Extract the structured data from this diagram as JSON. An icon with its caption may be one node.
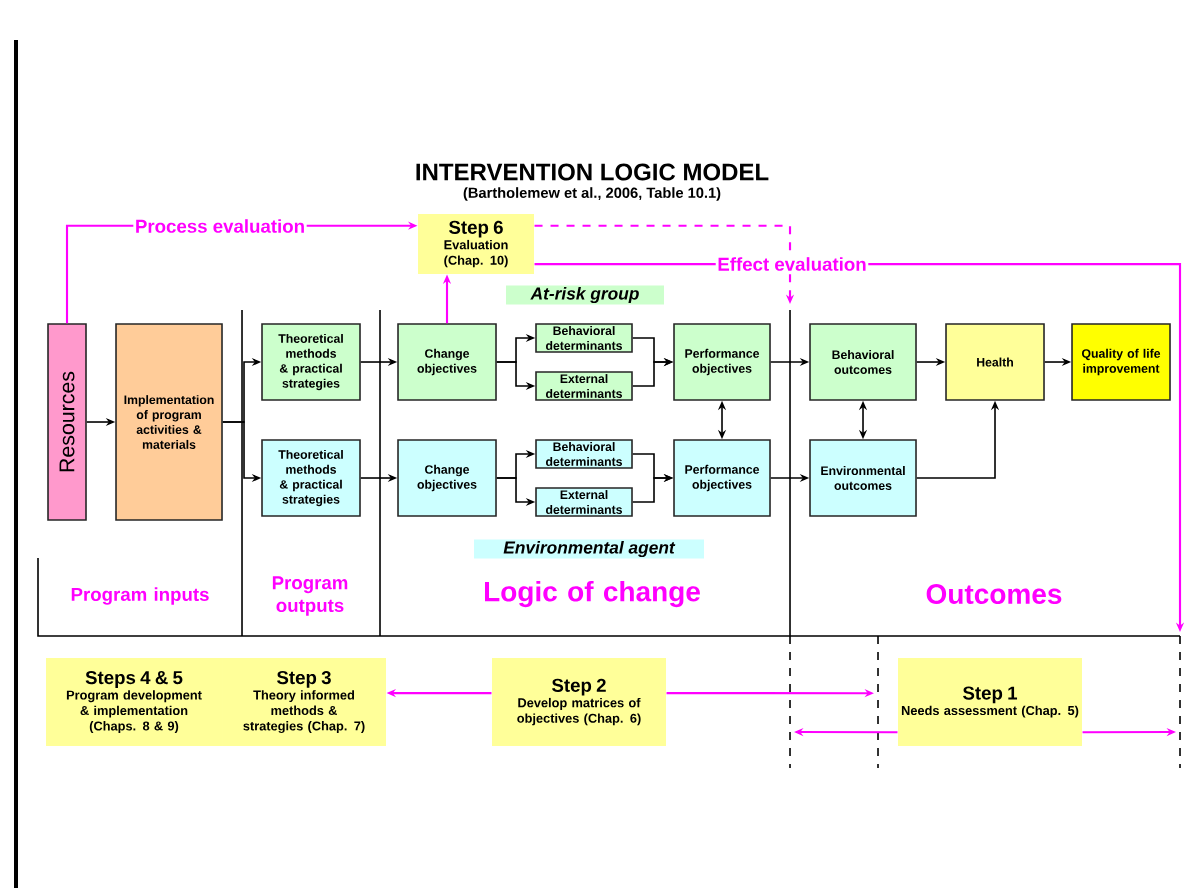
{
  "diagram": {
    "title": "INTERVENTION LOGIC MODEL",
    "caption": "(Bartholemew et al., 2006, Table 10.1)",
    "nodes": [
      {
        "text": [
          "Step 6",
          "Evaluation (Chap. 10)"
        ]
      },
      {
        "text": [
          "At-risk group"
        ]
      },
      {
        "text": [
          "Resources"
        ]
      },
      {
        "text": [
          "Implementation of program activities & materials"
        ]
      },
      {
        "text": [
          "Theoretical methods & practical strategies"
        ]
      },
      {
        "text": [
          "Change objectives"
        ]
      },
      {
        "text": [
          "Behavioral determinants"
        ]
      },
      {
        "text": [
          "External determinants"
        ]
      },
      {
        "text": [
          "Performance objectives"
        ]
      },
      {
        "text": [
          "Behavioral outcomes"
        ]
      },
      {
        "text": [
          "Health"
        ]
      },
      {
        "text": [
          "Quality of life improvement"
        ]
      },
      {
        "text": [
          "Theoretical methods & practical strategies"
        ]
      },
      {
        "text": [
          "Change objectives"
        ]
      },
      {
        "text": [
          "Behavioral determinants"
        ]
      },
      {
        "text": [
          "External determinants"
        ]
      },
      {
        "text": [
          "Performance objectives"
        ]
      },
      {
        "text": [
          "Environmental outcomes"
        ]
      },
      {
        "text": [
          "Environmental agent"
        ]
      },
      {
        "text": [
          "Steps 4 & 5",
          "Program development & implementation (Chaps. 8 & 9)"
        ]
      },
      {
        "text": [
          "Step 3",
          "Theory informed methods & strategies (Chap. 7)"
        ]
      },
      {
        "text": [
          "Step 2",
          "Develop matrices of objectives (Chap. 6)"
        ]
      },
      {
        "text": [
          "Step 1",
          "Needs assessment (Chap. 5)"
        ]
      }
    ],
    "edges": [
      {
        "from": 2,
        "to": 0,
        "arrow": "to",
        "label": "Process evaluation",
        "color": "#ff00ff"
      },
      {
        "from": 0,
        "to": null,
        "arrow": "to",
        "style": "dashed",
        "color": "#ff00ff"
      },
      {
        "from": 5,
        "to": 0,
        "arrow": "to",
        "color": "#ff00ff"
      },
      {
        "from": 0,
        "to": null,
        "arrow": "to",
        "label": "Effect evaluation",
        "color": "#ff00ff"
      },
      {
        "from": 2,
        "to": 3,
        "arrow": "to"
      },
      {
        "from": 3,
        "to": 4,
        "arrow": "to"
      },
      {
        "from": 3,
        "to": 12,
        "arrow": "to"
      },
      {
        "from": 4,
        "to": 5,
        "arrow": "to"
      },
      {
        "from": 12,
        "to": 13,
        "arrow": "to"
      },
      {
        "from": 5,
        "to": 6,
        "arrow": "to"
      },
      {
        "from": 5,
        "to": 7,
        "arrow": "to"
      },
      {
        "from": 13,
        "to": 14,
        "arrow": "to"
      },
      {
        "from": 13,
        "to": 15,
        "arrow": "to"
      },
      {
        "from": 6,
        "to": 8,
        "arrow": "to"
      },
      {
        "from": 7,
        "to": 8,
        "arrow": "to"
      },
      {
        "from": 14,
        "to": 16,
        "arrow": "to"
      },
      {
        "from": 15,
        "to": 16,
        "arrow": "to"
      },
      {
        "from": 8,
        "to": 16,
        "arrow": "both"
      },
      {
        "from": 8,
        "to": 9,
        "arrow": "to"
      },
      {
        "from": 16,
        "to": 17,
        "arrow": "to"
      },
      {
        "from": 9,
        "to": 17,
        "arrow": "both"
      },
      {
        "from": 9,
        "to": 10,
        "arrow": "to"
      },
      {
        "from": 17,
        "to": 10,
        "arrow": "to"
      },
      {
        "from": 10,
        "to": 11,
        "arrow": "to"
      },
      {
        "from": 21,
        "to": 20,
        "arrow": "to",
        "color": "#ff00ff"
      },
      {
        "from": 21,
        "to": null,
        "arrow": "to",
        "color": "#ff00ff"
      },
      {
        "from": 22,
        "to": null,
        "arrow": "to",
        "color": "#ff00ff"
      },
      {
        "from": 22,
        "to": null,
        "arrow": "to",
        "color": "#ff00ff"
      }
    ],
    "labels": [
      "Program inputs",
      "Program outputs",
      "Logic of change",
      "Outcomes"
    ]
  }
}
